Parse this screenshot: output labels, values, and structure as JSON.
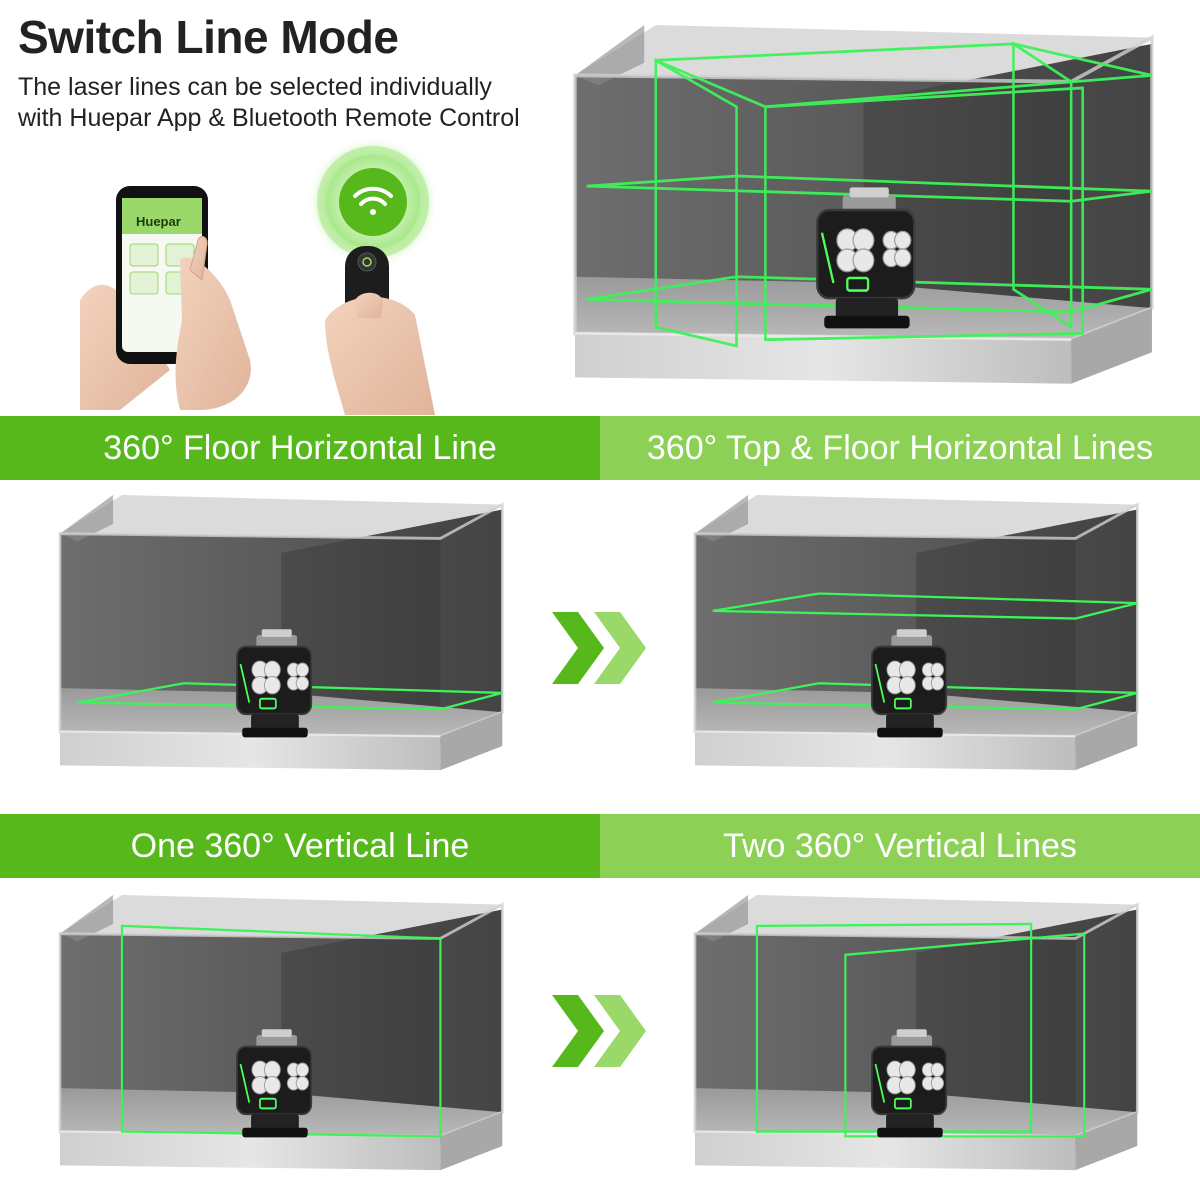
{
  "header": {
    "title": "Switch Line Mode",
    "subtitle_line1": "The laser lines can be selected individually",
    "subtitle_line2": "with Huepar App & Bluetooth Remote Control"
  },
  "phone": {
    "brand": "Huepar"
  },
  "labels": {
    "floor_horizontal": "360° Floor Horizontal Line",
    "top_floor_horizontal": "360° Top & Floor Horizontal Lines",
    "one_vertical": "One 360° Vertical Line",
    "two_vertical": "Two 360° Vertical Lines"
  },
  "colors": {
    "band_dark": "#57b81c",
    "band_light": "#8cd155",
    "laser": "#3ef25a",
    "arrow_dark": "#57b81c",
    "arrow_light": "#9ad86a"
  },
  "icons": [
    "wifi-signal-icon",
    "double-chevron-right-icon",
    "power-icon"
  ]
}
